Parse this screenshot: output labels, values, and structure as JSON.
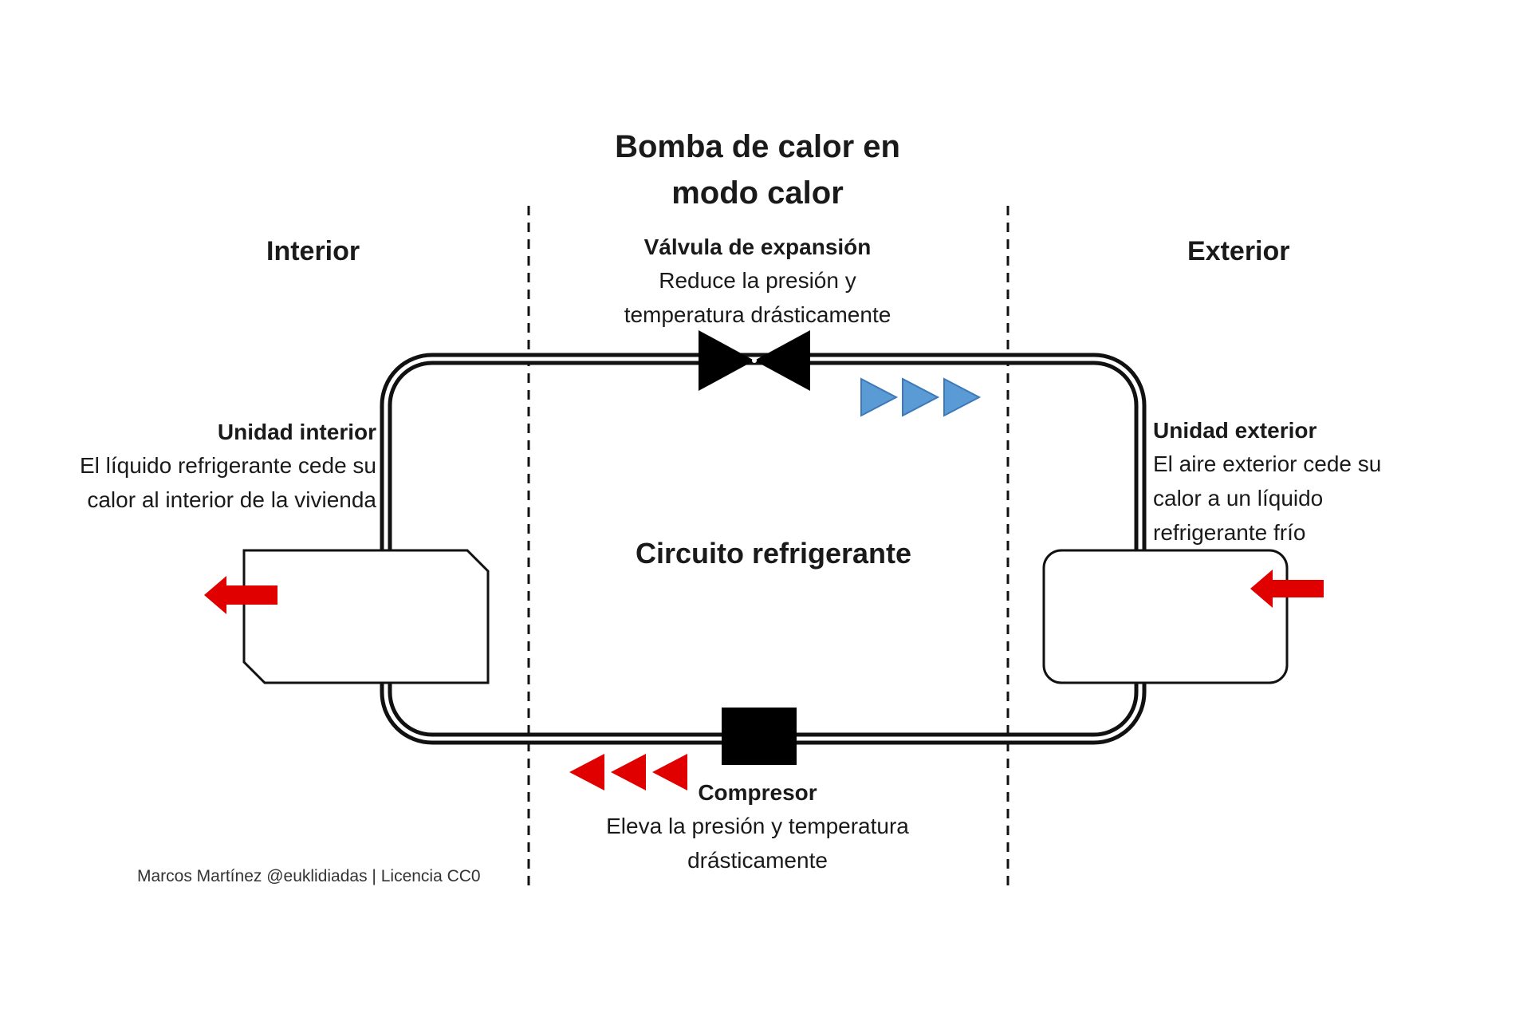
{
  "title": "Bomba de calor en modo calor",
  "regions": {
    "interior": "Interior",
    "exterior": "Exterior"
  },
  "expansion_valve": {
    "label": "Válvula de expansión",
    "description": "Reduce la presión y temperatura drásticamente"
  },
  "compressor": {
    "label": "Compresor",
    "description": "Eleva la presión y temperatura drásticamente"
  },
  "indoor_unit": {
    "label": "Unidad interior",
    "description": "El líquido refrigerante cede su calor al interior de la vivienda"
  },
  "outdoor_unit": {
    "label": "Unidad exterior",
    "description": "El aire exterior cede su calor a un líquido refrigerante frío"
  },
  "circuit_label": "Circuito refrigerante",
  "credit": "Marcos Martínez @euklidiadas | Licencia CC0",
  "colors": {
    "cold_flow": "#5b9bd5",
    "hot_flow": "#e00000",
    "heat_arrow": "#e00000"
  },
  "icons": {
    "valve": "bowtie-valve-icon",
    "compressor": "black-square-compressor-icon",
    "flow": "triangle-chevron-icon",
    "heat": "block-arrow-icon"
  }
}
